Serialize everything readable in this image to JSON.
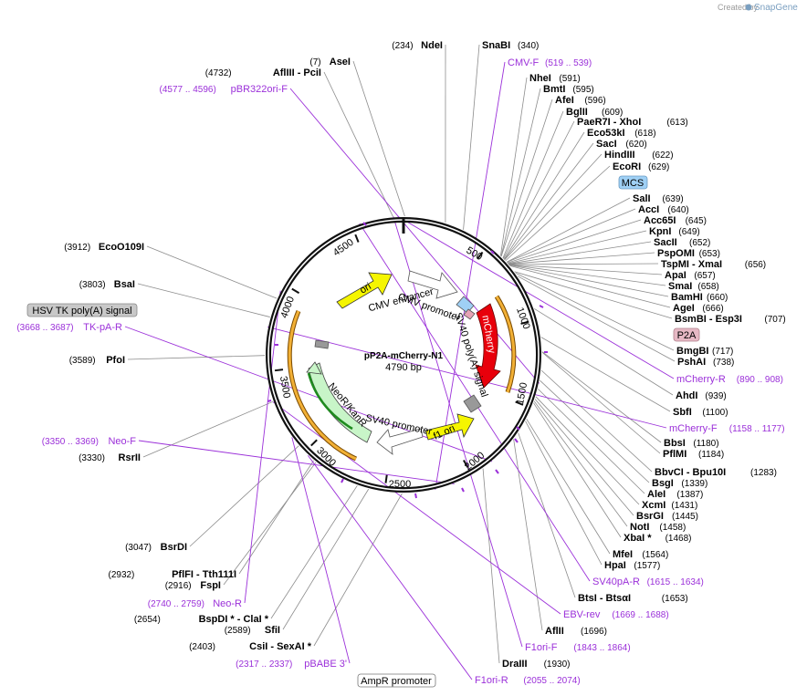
{
  "credit": {
    "prefix": "Created by",
    "brand": "SnapGene"
  },
  "plasmid": {
    "name": "pP2A-mCherry-N1",
    "size": "4790 bp"
  },
  "ticks": [
    "500",
    "1000",
    "1500",
    "2000",
    "2500",
    "3000",
    "3500",
    "4000",
    "4500"
  ],
  "features": {
    "ori": "ori",
    "cmv_enhancer": "CMV enhancer",
    "cmv_promoter": "CMV promoter",
    "mcherry": "mCherry",
    "sv40_polya": "SV40 poly(A) signal",
    "f1_ori": "f1 ori",
    "sv40_promoter": "SV40 promoter",
    "neor": "NeoR/KanR"
  },
  "boxes": {
    "mcs": "MCS",
    "p2a": "P2A",
    "hsv": "HSV TK poly(A) signal",
    "ampr": "AmpR promoter"
  },
  "sites_right": [
    {
      "name": "SnaBI",
      "pos": "(340)"
    },
    {
      "name": "NheI",
      "pos": "(591)"
    },
    {
      "name": "BmtI",
      "pos": "(595)"
    },
    {
      "name": "AfeI",
      "pos": "(596)"
    },
    {
      "name": "BglII",
      "pos": "(609)"
    },
    {
      "name": "PaeR7I  - XhoI",
      "pos": "(613)"
    },
    {
      "name": "Eco53kI",
      "pos": "(618)"
    },
    {
      "name": "SacI",
      "pos": "(620)"
    },
    {
      "name": "HindIII",
      "pos": "(622)"
    },
    {
      "name": "EcoRI",
      "pos": "(629)"
    },
    {
      "name": "SalI",
      "pos": "(639)"
    },
    {
      "name": "AccI",
      "pos": "(640)"
    },
    {
      "name": "Acc65I",
      "pos": "(645)"
    },
    {
      "name": "KpnI",
      "pos": "(649)"
    },
    {
      "name": "SacII",
      "pos": "(652)"
    },
    {
      "name": "PspOMI",
      "pos": "(653)"
    },
    {
      "name": "TspMI  - XmaI",
      "pos": "(656)"
    },
    {
      "name": "ApaI",
      "pos": "(657)"
    },
    {
      "name": "SmaI",
      "pos": "(658)"
    },
    {
      "name": "BamHI",
      "pos": "(660)"
    },
    {
      "name": "AgeI",
      "pos": "(666)"
    },
    {
      "name": "BsmBI  - Esp3I",
      "pos": "(707)"
    },
    {
      "name": "BmgBI",
      "pos": "(717)"
    },
    {
      "name": "PshAI",
      "pos": "(738)"
    },
    {
      "name": "AhdI",
      "pos": "(939)"
    },
    {
      "name": "SbfI",
      "pos": "(1100)"
    },
    {
      "name": "BbsI",
      "pos": "(1180)"
    },
    {
      "name": "PflMI",
      "pos": "(1184)"
    },
    {
      "name": "BbvCI  - Bpu10I",
      "pos": "(1283)"
    },
    {
      "name": "BsgI",
      "pos": "(1339)"
    },
    {
      "name": "AleI",
      "pos": "(1387)"
    },
    {
      "name": "XcmI",
      "pos": "(1431)"
    },
    {
      "name": "BsrGI",
      "pos": "(1445)"
    },
    {
      "name": "NotI",
      "pos": "(1458)"
    },
    {
      "name": "XbaI *",
      "pos": "(1468)"
    },
    {
      "name": "MfeI",
      "pos": "(1564)"
    },
    {
      "name": "HpaI",
      "pos": "(1577)"
    },
    {
      "name": "BtsI  - BtsαI",
      "pos": "(1653)"
    },
    {
      "name": "AflII",
      "pos": "(1696)"
    },
    {
      "name": "DraIII",
      "pos": "(1930)"
    }
  ],
  "sites_left": [
    {
      "name": "NdeI",
      "pos": "(234)"
    },
    {
      "name": "AseI",
      "pos": "(7)"
    },
    {
      "name": "AflIII  - PciI",
      "pos": "(4732)"
    },
    {
      "name": "EcoO109I",
      "pos": "(3912)"
    },
    {
      "name": "BsaI",
      "pos": "(3803)"
    },
    {
      "name": "PfoI",
      "pos": "(3589)"
    },
    {
      "name": "RsrII",
      "pos": "(3330)"
    },
    {
      "name": "BsrDI",
      "pos": "(3047)"
    },
    {
      "name": "PflFI  - Tth111I",
      "pos": "(2932)"
    },
    {
      "name": "FspI",
      "pos": "(2916)"
    },
    {
      "name": "BspDI *  - ClaI *",
      "pos": "(2654)"
    },
    {
      "name": "SfiI",
      "pos": "(2589)"
    },
    {
      "name": "CsiI  - SexAI *",
      "pos": "(2403)"
    }
  ],
  "primers": [
    {
      "name": "CMV-F",
      "pos": "(519 .. 539)"
    },
    {
      "name": "mCherry-R",
      "pos": "(890 .. 908)"
    },
    {
      "name": "mCherry-F",
      "pos": "(1158 .. 1177)"
    },
    {
      "name": "SV40pA-R",
      "pos": "(1615 .. 1634)"
    },
    {
      "name": "EBV-rev",
      "pos": "(1669 .. 1688)"
    },
    {
      "name": "F1ori-F",
      "pos": "(1843 .. 1864)"
    },
    {
      "name": "F1ori-R",
      "pos": "(2055 .. 2074)"
    },
    {
      "name": "pBR322ori-F",
      "pos": "(4577 .. 4596)"
    },
    {
      "name": "TK-pA-R",
      "pos": "(3668 .. 3687)"
    },
    {
      "name": "Neo-F",
      "pos": "(3350 .. 3369)"
    },
    {
      "name": "Neo-R",
      "pos": "(2740 .. 2759)"
    },
    {
      "name": "pBABE 3'",
      "pos": "(2317 .. 2337)"
    }
  ]
}
